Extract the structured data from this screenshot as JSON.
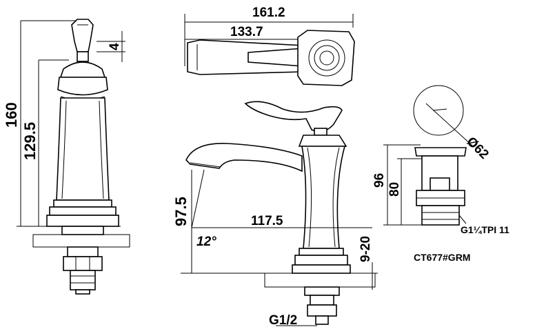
{
  "dimensions": {
    "total_height": "160",
    "body_height": "129.5",
    "handle_offset": "4",
    "overall_length": "161.2",
    "handle_length": "133.7",
    "spout_height": "97.5",
    "spout_reach": "117.5",
    "spout_angle": "12°",
    "deck_thickness": "9-20",
    "inlet_thread": "G1/2",
    "drain_diameter": "Ø62",
    "drain_total_height": "96",
    "drain_body_height": "80",
    "drain_thread": "G1¼TPI 11"
  },
  "model_code": "CT677#GRM"
}
